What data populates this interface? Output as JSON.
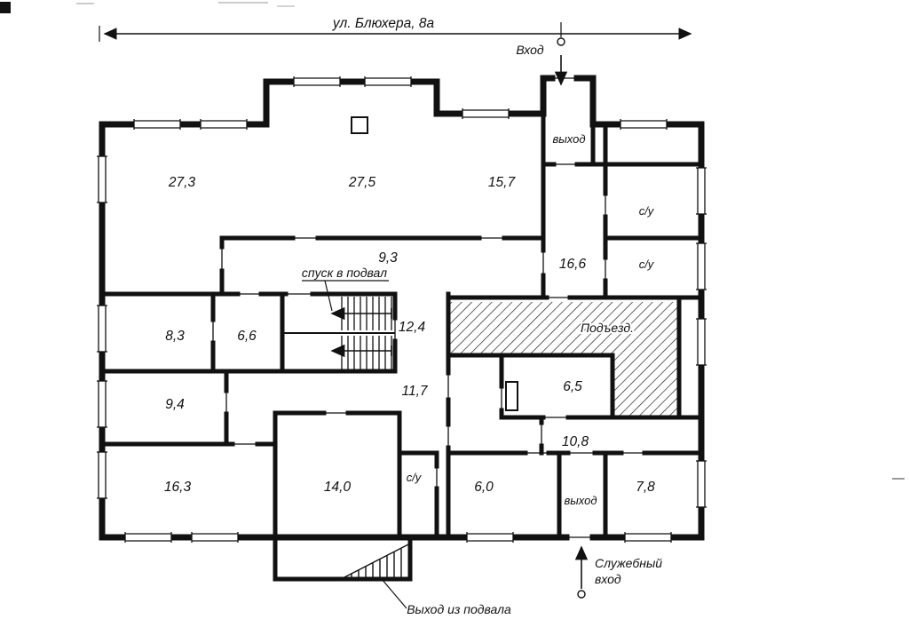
{
  "colors": {
    "ink": "#111111",
    "paper": "#ffffff"
  },
  "plan": {
    "street_label": "ул. Блюхера, 8а",
    "entrance_label": "Вход",
    "exit_top_label": "выход",
    "exit_bottom_label": "выход",
    "service_entrance_line1": "Служебный",
    "service_entrance_line2": "вход",
    "basement_descent_label": "спуск в подвал",
    "basement_exit_label": "Выход из подвала",
    "lobby_label": "Подъезд."
  },
  "rooms": [
    {
      "id": "room-27-3",
      "area_label": "27,3"
    },
    {
      "id": "room-27-5",
      "area_label": "27,5"
    },
    {
      "id": "room-15-7",
      "area_label": "15,7"
    },
    {
      "id": "room-16-6",
      "area_label": "16,6"
    },
    {
      "id": "bathroom-top-1",
      "area_label": "с/у"
    },
    {
      "id": "bathroom-top-2",
      "area_label": "с/у"
    },
    {
      "id": "corridor-9-3",
      "area_label": "9,3"
    },
    {
      "id": "room-12-4",
      "area_label": "12,4"
    },
    {
      "id": "room-8-3",
      "area_label": "8,3"
    },
    {
      "id": "room-6-6",
      "area_label": "6,6"
    },
    {
      "id": "corridor-11-7",
      "area_label": "11,7"
    },
    {
      "id": "room-6-5",
      "area_label": "6,5"
    },
    {
      "id": "corridor-10-8",
      "area_label": "10,8"
    },
    {
      "id": "room-9-4",
      "area_label": "9,4"
    },
    {
      "id": "room-16-3",
      "area_label": "16,3"
    },
    {
      "id": "room-14-0",
      "area_label": "14,0"
    },
    {
      "id": "bathroom-bottom",
      "area_label": "с/у"
    },
    {
      "id": "room-6-0",
      "area_label": "6,0"
    },
    {
      "id": "room-7-8",
      "area_label": "7,8"
    }
  ]
}
